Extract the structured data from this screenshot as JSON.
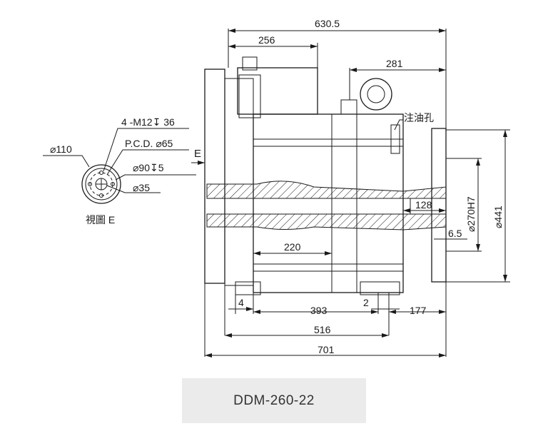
{
  "dimensions": {
    "overall_top": "630.5",
    "motor_width": "256",
    "ring_offset": "281",
    "oil_port": "注油孔",
    "bolt_holes": "4 -M12↧ 36",
    "pcd": "P.C.D. ⌀65",
    "flange_dia": "⌀110",
    "counterbore": "⌀90↧5",
    "bore_dia": "⌀35",
    "view_label": "視圖 E",
    "view_marker": "E",
    "bore_depth": "128",
    "pilot_dia": "⌀270H7",
    "outer_dia": "⌀441",
    "pilot_depth": "6.5",
    "span_220": "220",
    "gap_4": "4",
    "span_393": "393",
    "gap_2": "2",
    "span_177": "177",
    "span_516": "516",
    "overall_701": "701"
  },
  "caption": "DDM-260-22"
}
